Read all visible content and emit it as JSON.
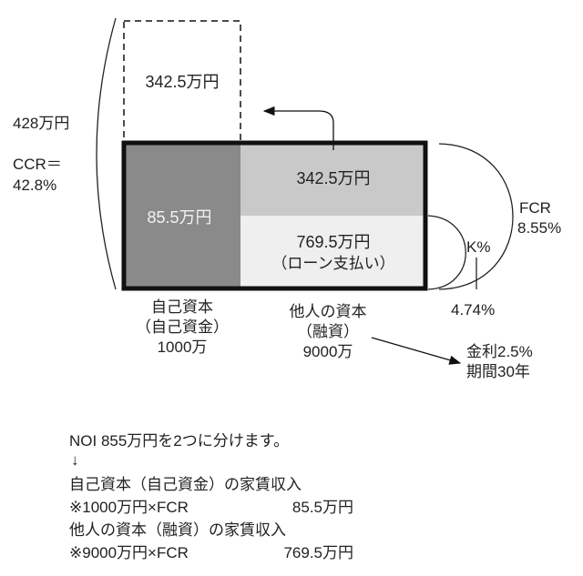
{
  "diagram": {
    "dashed_box_value": "342.5万円",
    "own_capital_income": "85.5万円",
    "transfer_value": "342.5万円",
    "loan_payment_value": "769.5万円",
    "loan_payment_label": "（ローン支払い）",
    "left_total": "428万円",
    "ccr_label": "CCR＝",
    "ccr_value": "42.8%",
    "fcr_label": "FCR",
    "fcr_value": "8.55%",
    "k_label": "K%",
    "k_value": "4.74%",
    "own_capital": [
      "自己資本",
      "（自己資金）",
      "1000万"
    ],
    "borrowed_capital": [
      "他人の資本",
      "（融資）",
      "9000万"
    ],
    "loan_terms": [
      "金利2.5%",
      "期間30年"
    ],
    "colors": {
      "own": "#8a8a8a",
      "transfer": "#c8c9c8",
      "loan": "#efefef",
      "border": "#111111"
    }
  },
  "notes": {
    "line1": "NOI 855万円を2つに分けます。",
    "arrow": "↓",
    "line2": "自己資本（自己資金）の家賃収入",
    "line3_formula": "※1000万円×FCR",
    "line3_value": "85.5万円",
    "line4": "他人の資本（融資）の家賃収入",
    "line5_formula": "※9000万円×FCR",
    "line5_value": "769.5万円"
  }
}
